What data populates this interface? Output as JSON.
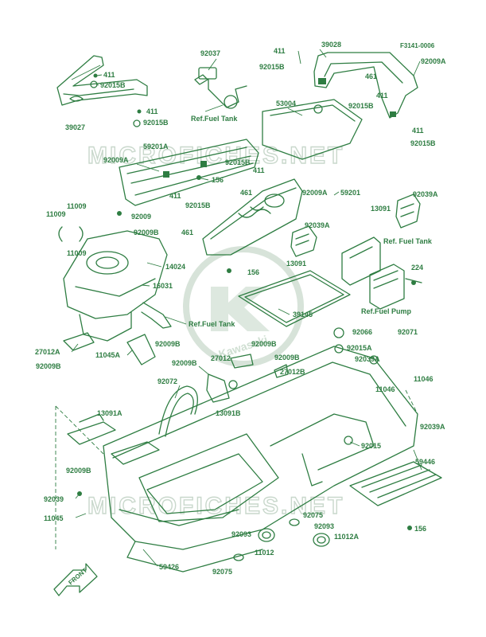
{
  "diagram_code": "F3141-0006",
  "watermark": "MICROFICHES.NET",
  "logo": {
    "text": "Kawasaki"
  },
  "direction_marker": "FRONT",
  "part_labels": {
    "p411_a": "411",
    "p92015B_a": "92015B",
    "p411_b": "411",
    "p92015B_b": "92015B",
    "p39027": "39027",
    "p92037": "92037",
    "ref_fuel_tank_1": "Ref.Fuel Tank",
    "p411_c": "411",
    "p92015B_c": "92015B",
    "p39028": "39028",
    "p92009A_a": "92009A",
    "p461_a": "461",
    "p411_d": "411",
    "p92015B_d": "92015B",
    "p53004": "53004",
    "p411_e": "411",
    "p92015B_e": "92015B",
    "p59201A": "59201A",
    "p92009A_b": "92009A",
    "p156_a": "156",
    "p92015B_f": "92015B",
    "p411_f": "411",
    "p461_b": "461",
    "p92009A_c": "92009A",
    "p59201": "59201",
    "p411_g": "411",
    "p92015B_g": "92015B",
    "p461_c": "461",
    "p11009_a": "11009",
    "p11009_b": "11009",
    "p11009_c": "11009",
    "p92009_a": "92009",
    "p92009B_a": "92009B",
    "p14024": "14024",
    "p16031": "16031",
    "p156_b": "156",
    "p92039A_a": "92039A",
    "p13091_a": "13091",
    "p92039A_b": "92039A",
    "ref_fuel_tank_2": "Ref. Fuel Tank",
    "p13091_b": "13091",
    "p224": "224",
    "ref_fuel_pump": "Ref.Fuel Pump",
    "p39145": "39145",
    "ref_fuel_tank_3": "Ref.Fuel Tank",
    "p27012A": "27012A",
    "p92009B_b": "92009B",
    "p11045A": "11045A",
    "p92009B_c": "92009B",
    "p92009B_d": "92009B",
    "p92009B_e": "92009B",
    "p27012": "27012",
    "p27012B": "27012B",
    "p92066": "92066",
    "p92071": "92071",
    "p92015A": "92015A",
    "p92039A_c": "92039A",
    "p11046_a": "11046",
    "p11046_b": "11046",
    "p92039A_d": "92039A",
    "p92072": "92072",
    "p13091B": "13091B",
    "p13091A": "13091A",
    "p92009B_f": "92009B",
    "p92039": "92039",
    "p11045": "11045",
    "p92015": "92015",
    "p59446": "59446",
    "p156_c": "156",
    "p92075_a": "92075",
    "p92093_a": "92093",
    "p92093_b": "92093",
    "p11012A": "11012A",
    "p11012": "11012",
    "p59426": "59426",
    "p92075_b": "92075"
  },
  "colors": {
    "line": "#2e7d42",
    "watermark": "#c9d8cc",
    "background": "#ffffff"
  }
}
